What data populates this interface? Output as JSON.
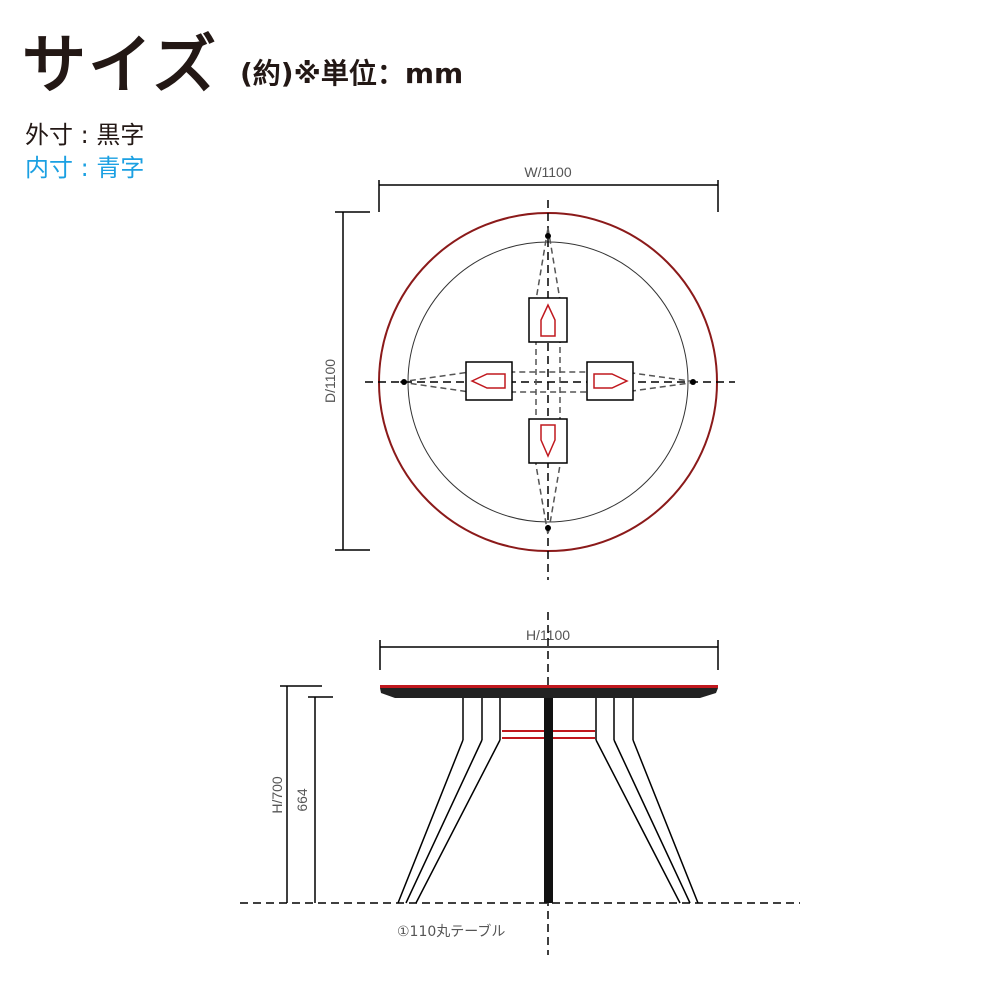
{
  "header": {
    "title": "サイズ",
    "subtitle": "(約)※単位：mm"
  },
  "legend": {
    "outer": "外寸 : 黒字",
    "inner": "内寸 : 青字"
  },
  "top_view": {
    "width_label": "W/1100",
    "depth_label": "D/1100"
  },
  "side_view": {
    "width_label": "H/1100",
    "height_label": "H/700",
    "inner_height_label": "664",
    "caption": "①110丸テーブル"
  },
  "colors": {
    "text": "#231815",
    "accent_blue": "#1ba0e2",
    "edge_red": "#c0181e"
  }
}
